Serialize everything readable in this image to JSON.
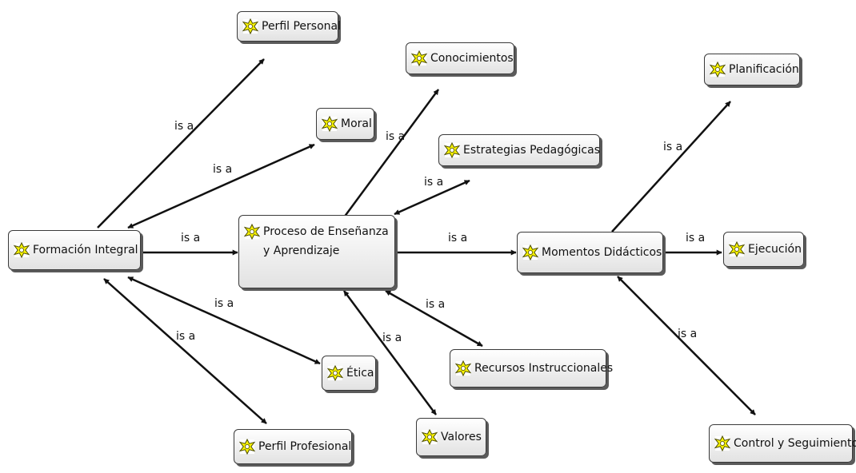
{
  "concepts": {
    "formacion": "Formación Integral",
    "perfil_personal": "Perfil Personal",
    "moral": "Moral",
    "etica": "Ética",
    "perfil_profesional": "Perfil Profesional",
    "proceso": "Proceso de Enseñanza y Aprendizaje",
    "conocimientos": "Conocimientos",
    "estrategias": "Estrategias Pedagógicas",
    "recursos": "Recursos Instruccionales",
    "valores": "Valores",
    "momentos": "Momentos Didácticos",
    "planificacion": "Planificación",
    "ejecucion": "Ejecución",
    "control": "Control y Seguimiento"
  },
  "relations": {
    "formacion_perfil_personal": "is a",
    "formacion_moral": "is a",
    "formacion_etica": "is a",
    "formacion_perfil_profesional": "is a",
    "formacion_proceso": "is a",
    "proceso_conocimientos": "is a",
    "proceso_estrategias": "is a",
    "proceso_recursos": "is a",
    "proceso_valores": "is a",
    "proceso_momentos": "is a",
    "momentos_planificacion": "is a",
    "momentos_ejecucion": "is a",
    "momentos_control": "is a"
  },
  "icon": "concept-star-icon",
  "colors": {
    "icon_fill": "#f7f200",
    "node_border": "#3a3a3a",
    "edge": "#111111"
  }
}
